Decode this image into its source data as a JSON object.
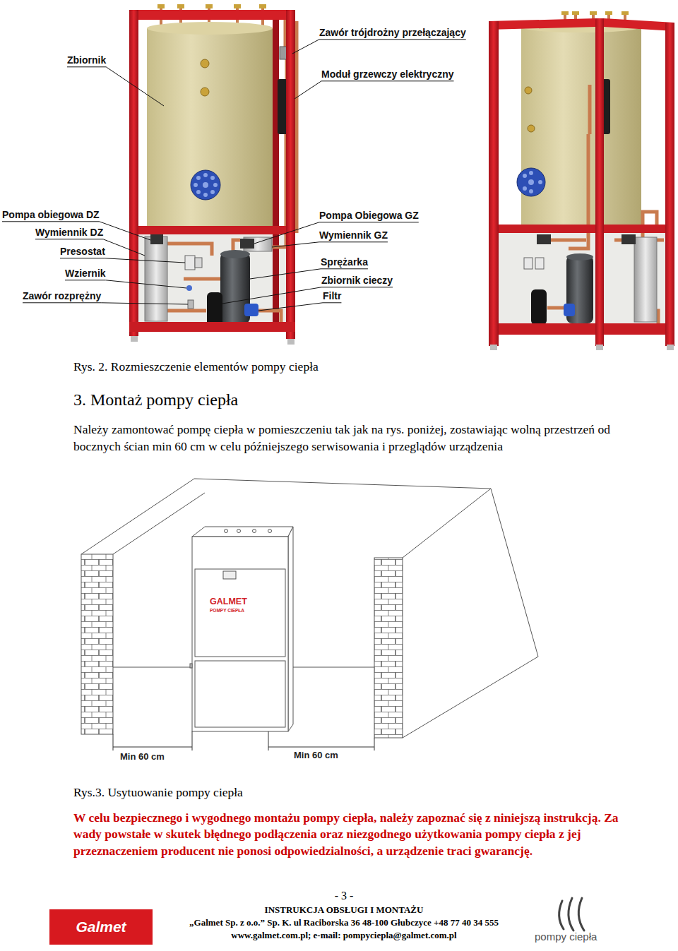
{
  "diagram": {
    "title": "3. Montaż pompy ciepła",
    "nodes": [
      {
        "text": [
          "GALMET",
          "POMPY CIEPŁA"
        ]
      },
      {
        "text": [
          "Galmet"
        ]
      }
    ],
    "labels": [
      "Zbiornik",
      "Zawór trójdrożny przełączający",
      "Moduł grzewczy elektryczny",
      "Pompa obiegowa DZ",
      "Wymiennik DZ",
      "Presostat",
      "Wziernik",
      "Zawór rozprężny",
      "Pompa Obiegowa GZ",
      "Wymiennik GZ",
      "Sprężarka",
      "Zbiornik cieczy",
      "Filtr",
      "Rys. 2. Rozmieszczenie elementów pompy ciepła",
      "Należy zamontować pompę ciepła w pomieszczeniu tak jak na rys. poniżej, zostawiając wolną przestrzeń od bocznych ścian min 60 cm w celu późniejszego serwisowania i przeglądów urządzenia",
      "Min 60 cm",
      "Min 60 cm",
      "Rys.3. Usytuowanie pompy ciepła",
      "W celu bezpiecznego i wygodnego montażu pompy ciepła, należy zapoznać się z niniejszą instrukcją. Za wady powstałe w skutek błędnego podłączenia oraz niezgodnego użytkowania pompy ciepła z jej przeznaczeniem producent nie ponosi odpowiedzialności, a urządzenie traci gwarancję.",
      "- 3 -",
      "INSTRUKCJA OBSŁUGI I MONTAŻU",
      "„Galmet Sp. z o.o.” Sp. K. ul Raciborska 36 48-100 Głubczyce +48 77 40 34 555",
      "www.galmet.com.pl; e-mail: pompyciepla@galmet.com.pl",
      "pompy ciepła"
    ]
  }
}
